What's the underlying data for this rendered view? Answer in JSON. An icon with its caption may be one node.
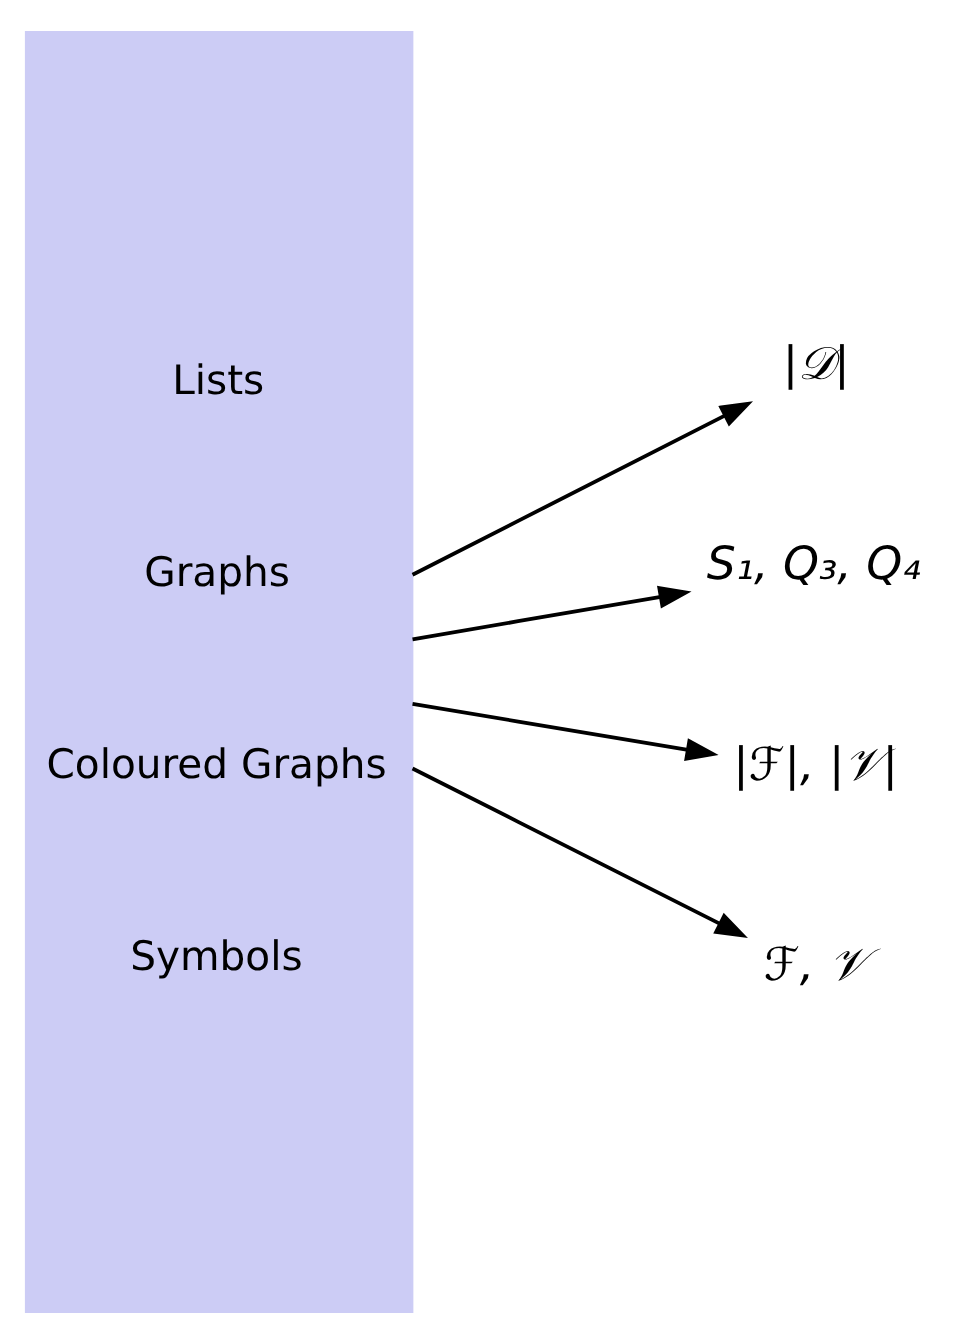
{
  "diagram": {
    "nodes": [
      {
        "text": [
          "Lists",
          "Graphs",
          "Coloured Graphs",
          "Symbols"
        ]
      },
      {
        "text": [
          "|𝒟|"
        ]
      },
      {
        "text": [
          "S₁, Q₃, Q₄"
        ]
      },
      {
        "text": [
          "|ℱ|, |𝒱|"
        ]
      },
      {
        "text": [
          "ℱ, 𝒱"
        ]
      }
    ],
    "edges": [
      {
        "from": 0,
        "to": 1,
        "arrow": "to"
      },
      {
        "from": 0,
        "to": 2,
        "arrow": "to"
      },
      {
        "from": 0,
        "to": 3,
        "arrow": "to"
      },
      {
        "from": 0,
        "to": 4,
        "arrow": "to"
      }
    ]
  }
}
